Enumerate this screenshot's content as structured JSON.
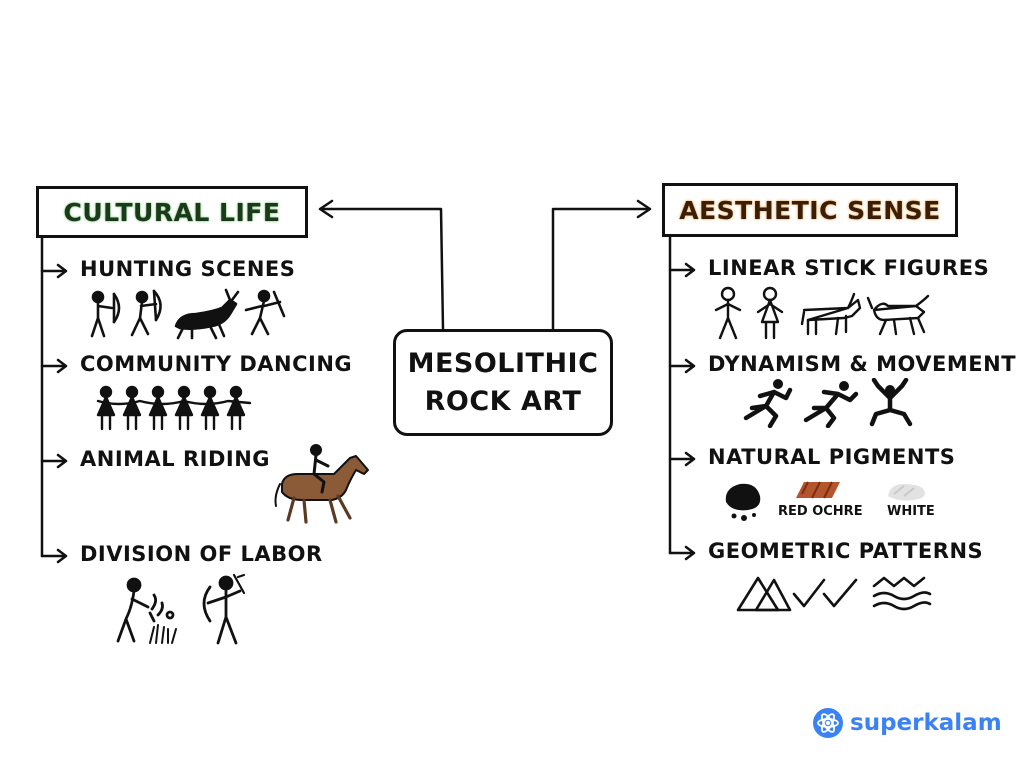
{
  "center": {
    "line1": "MESOLITHIC",
    "line2": "ROCK ART"
  },
  "cultural_life": {
    "title": "CULTURAL LIFE",
    "items": [
      "HUNTING SCENES",
      "COMMUNITY DANCING",
      "ANIMAL RIDING",
      "DIVISION OF LABOR"
    ]
  },
  "aesthetic_sense": {
    "title": "AESTHETIC SENSE",
    "items": [
      "LINEAR STICK FIGURES",
      "DYNAMISM & MOVEMENT",
      "NATURAL PIGMENTS",
      "GEOMETRIC PATTERNS"
    ],
    "pigment_labels": [
      "RED OCHRE",
      "WHITE"
    ]
  },
  "brand": {
    "name": "superkalam"
  },
  "colors": {
    "cultural_glow": "#9bd59b",
    "aesthetic_glow": "#f0b56a",
    "horse": "#8b5a36",
    "ochre": "#b5552b",
    "brand": "#3b82f6"
  },
  "icons": [
    "archer-icon",
    "deer-icon",
    "dancers-icon",
    "horse-rider-icon",
    "gatherer-icon",
    "stick-figure-icon",
    "bull-icon",
    "runner-icon",
    "pigment-icon",
    "triangles-icon",
    "zigzag-icon",
    "superkalam-logo-icon"
  ]
}
